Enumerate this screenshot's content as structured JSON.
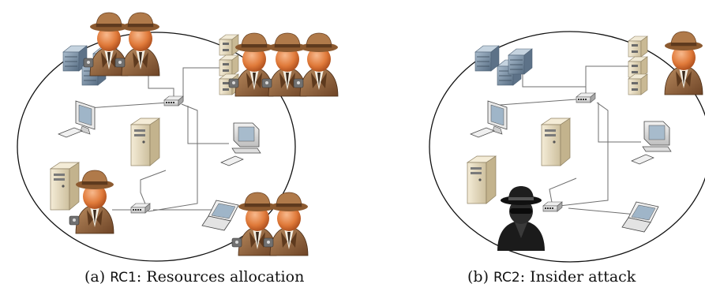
{
  "captions": {
    "a": {
      "prefix": "(a) ",
      "tag": "RC1",
      "rest": ": Resources allocation"
    },
    "b": {
      "prefix": "(b) ",
      "tag": "RC2",
      "rest": ": Insider attack"
    }
  },
  "colors": {
    "outline": "#111111",
    "wire": "#6f6f6f",
    "agent_head": "#e07a3a",
    "agent_coat": "#8a5a36",
    "agent_hat": "#b07a4a",
    "server_beige": "#e8dcc0",
    "rack_blue": "#7f96ad",
    "attacker": "#1b1b1b"
  },
  "icons": [
    "user-agent-icon",
    "rack-server-icon",
    "file-cabinet-icon",
    "switch-icon",
    "monitor-icon",
    "desktop-pc-icon",
    "tower-server-icon",
    "laptop-icon",
    "hacker-icon"
  ]
}
